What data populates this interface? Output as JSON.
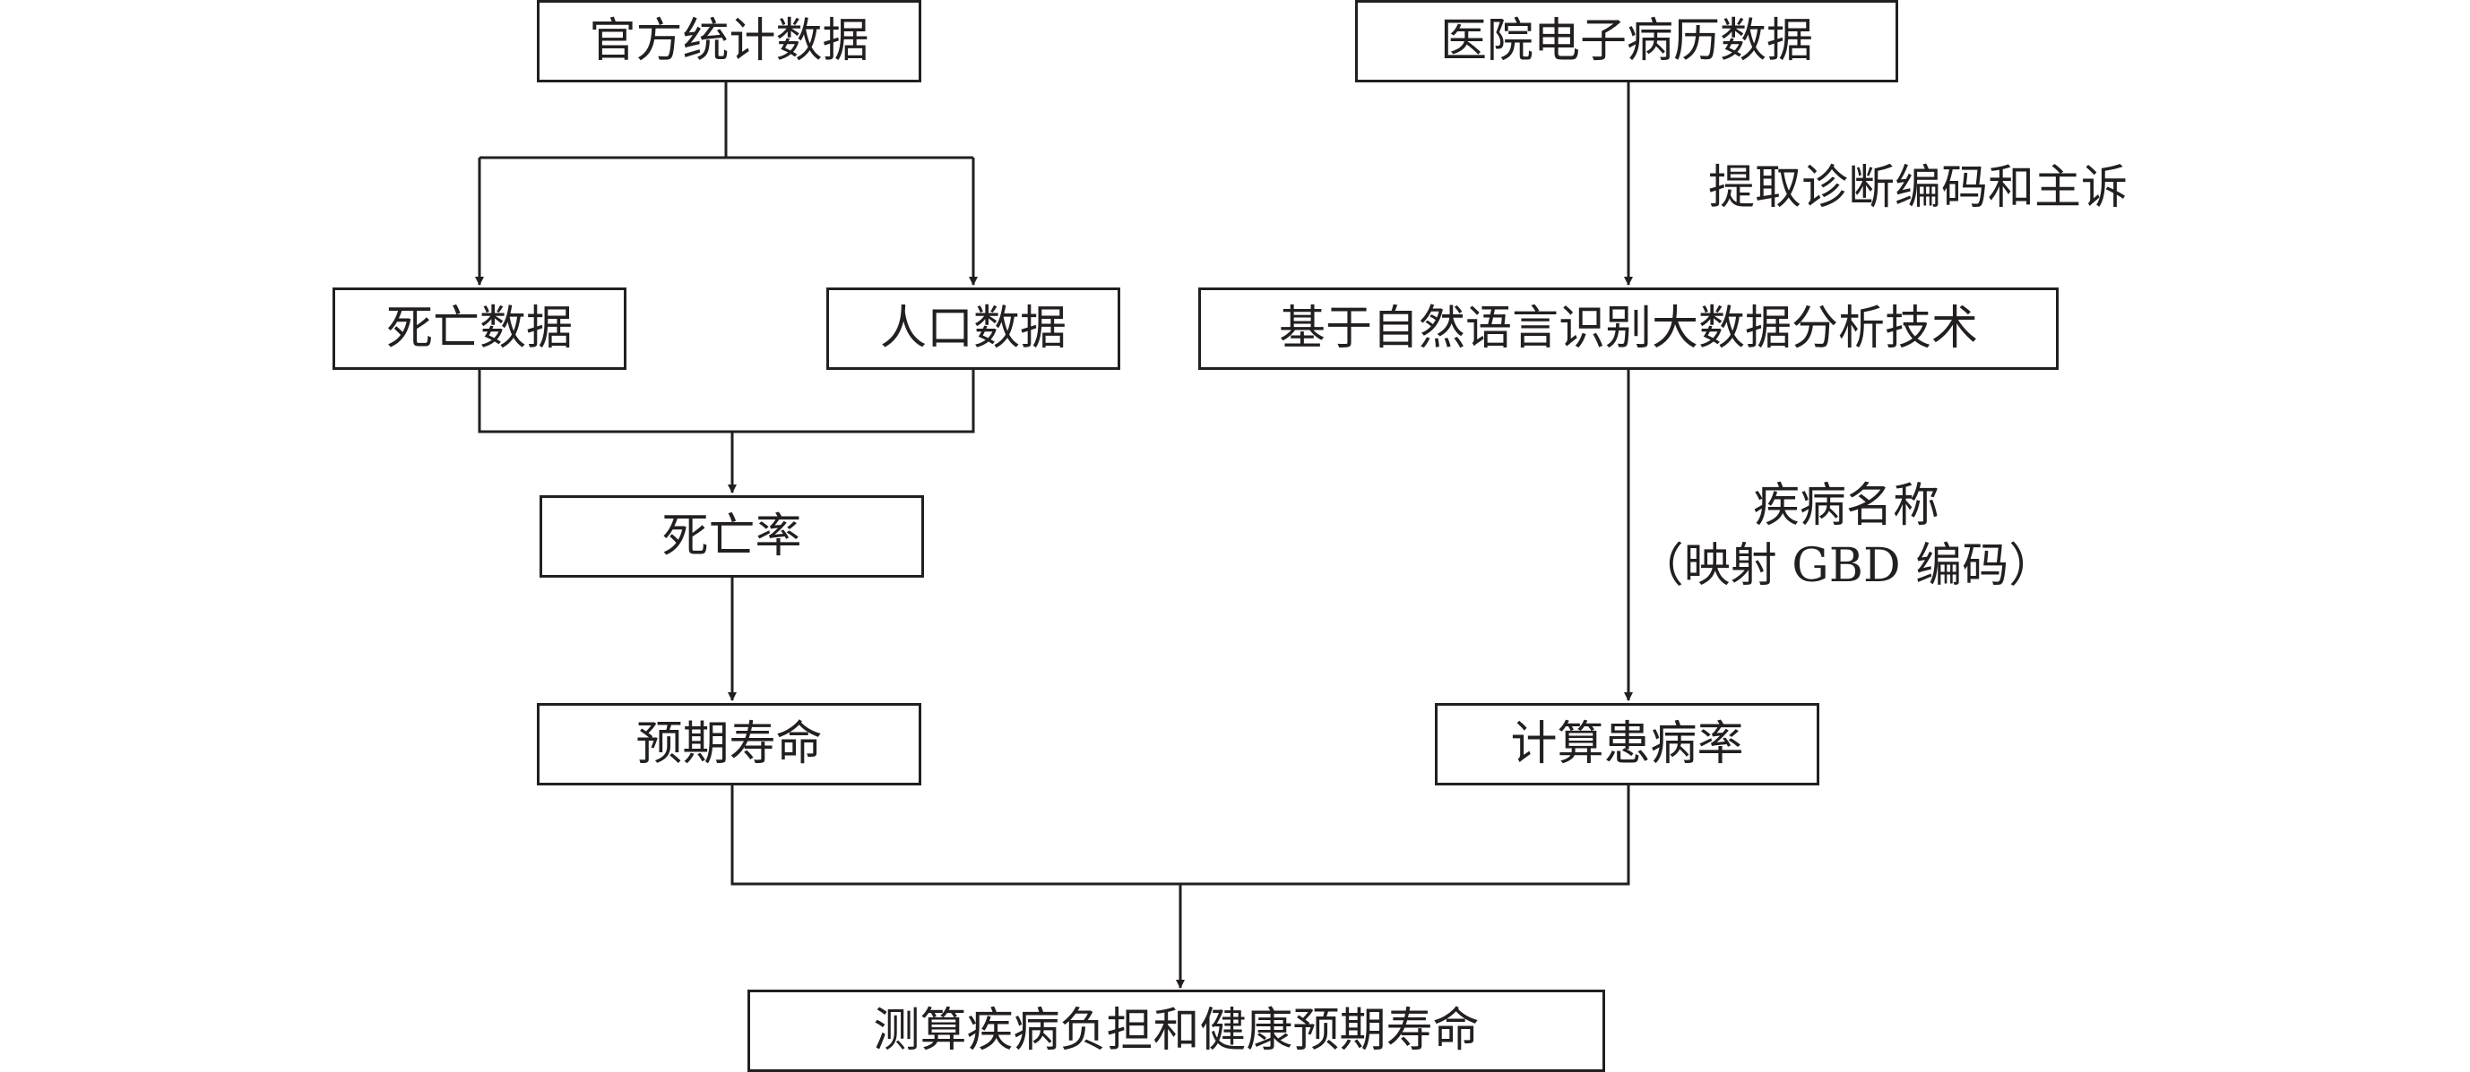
{
  "nodes": {
    "official_stats": "官方统计数据",
    "hospital_emr": "医院电子病历数据",
    "death_data": "死亡数据",
    "population_data": "人口数据",
    "nlp_bigdata": "基于自然语言识别大数据分析技术",
    "mortality_rate": "死亡率",
    "life_expectancy": "预期寿命",
    "prevalence": "计算患病率",
    "burden_hale": "测算疾病负担和健康预期寿命"
  },
  "edge_labels": {
    "extract": "提取诊断编码和主诉",
    "disease_name": "疾病名称",
    "gbd_mapping": "（映射 GBD 编码）"
  },
  "colors": {
    "ink": "#231f20",
    "background": "#ffffff"
  }
}
